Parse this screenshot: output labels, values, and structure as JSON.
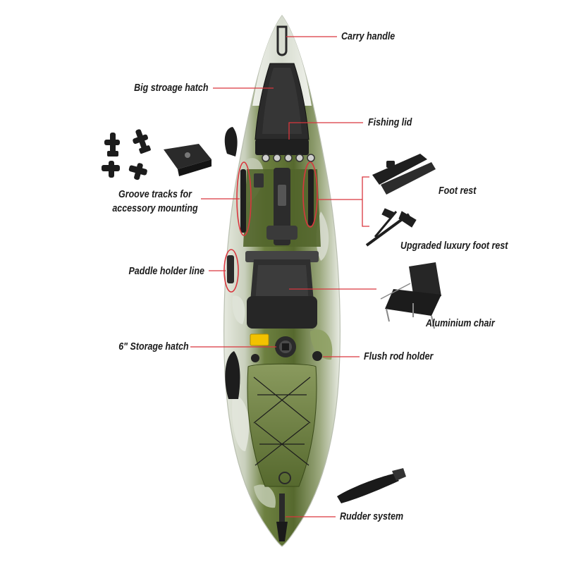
{
  "diagram": {
    "subject": "kayak-top-view",
    "leader_color": "#d9363e",
    "labels": {
      "carry_handle": "Carry handle",
      "big_storage_hatch": "Big stroage hatch",
      "fishing_lid": "Fishing lid",
      "groove_tracks_line1": "Groove tracks for",
      "groove_tracks_line2": "accessory mounting",
      "foot_rest": "Foot rest",
      "upgraded_foot_rest": "Upgraded luxury foot rest",
      "paddle_holder_line": "Paddle holder line",
      "aluminium_chair": "Aluminium chair",
      "storage_hatch_6": "6\" Storage hatch",
      "flush_rod_holder": "Flush rod holder",
      "rudder_system": "Rudder system"
    },
    "colors": {
      "hull_green": "#5f7436",
      "hull_white": "#e8ebe2",
      "deck_dark": "#262626",
      "hatch_yellow": "#f2c200"
    }
  }
}
